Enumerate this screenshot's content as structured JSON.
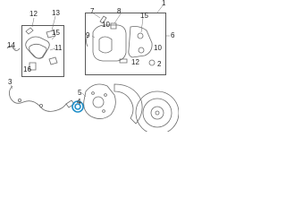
{
  "callouts": {
    "c1": "1",
    "c2": "2",
    "c3": "3",
    "c4": "4",
    "c5": "5",
    "c6": "6",
    "c7": "7",
    "c8": "8",
    "c9": "9",
    "c10": "10",
    "c11": "11",
    "c12": "12",
    "c13": "13",
    "c14": "14",
    "c15": "15",
    "c16": "16"
  },
  "colors": {
    "line": "#6b6b6b",
    "highlight": "#1f8fc9",
    "box": "#5a5a5a"
  }
}
